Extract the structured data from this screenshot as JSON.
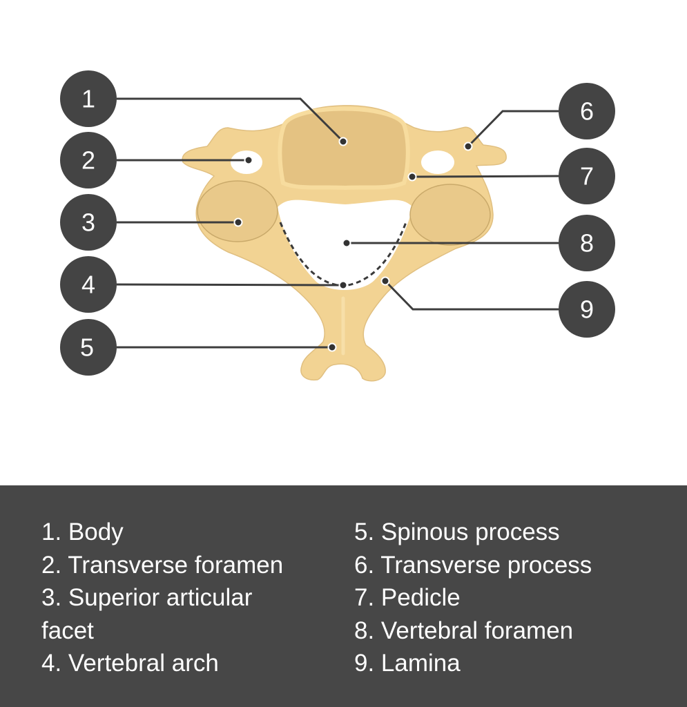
{
  "colors": {
    "bone": "#f2d393",
    "bone_shade": "#e4c282",
    "bone_edge": "#c9a96a",
    "badge": "#444444",
    "legend_bg": "#474747",
    "legend_text": "#ffffff"
  },
  "badges": [
    "1",
    "2",
    "3",
    "4",
    "5",
    "6",
    "7",
    "8",
    "9"
  ],
  "legend": {
    "left": [
      "1. Body",
      "2. Transverse foramen",
      "3. Superior articular facet",
      "4. Vertebral arch"
    ],
    "right": [
      "5. Spinous process",
      "6. Transverse process",
      "7. Pedicle",
      "8. Vertebral foramen",
      "9. Lamina"
    ]
  }
}
